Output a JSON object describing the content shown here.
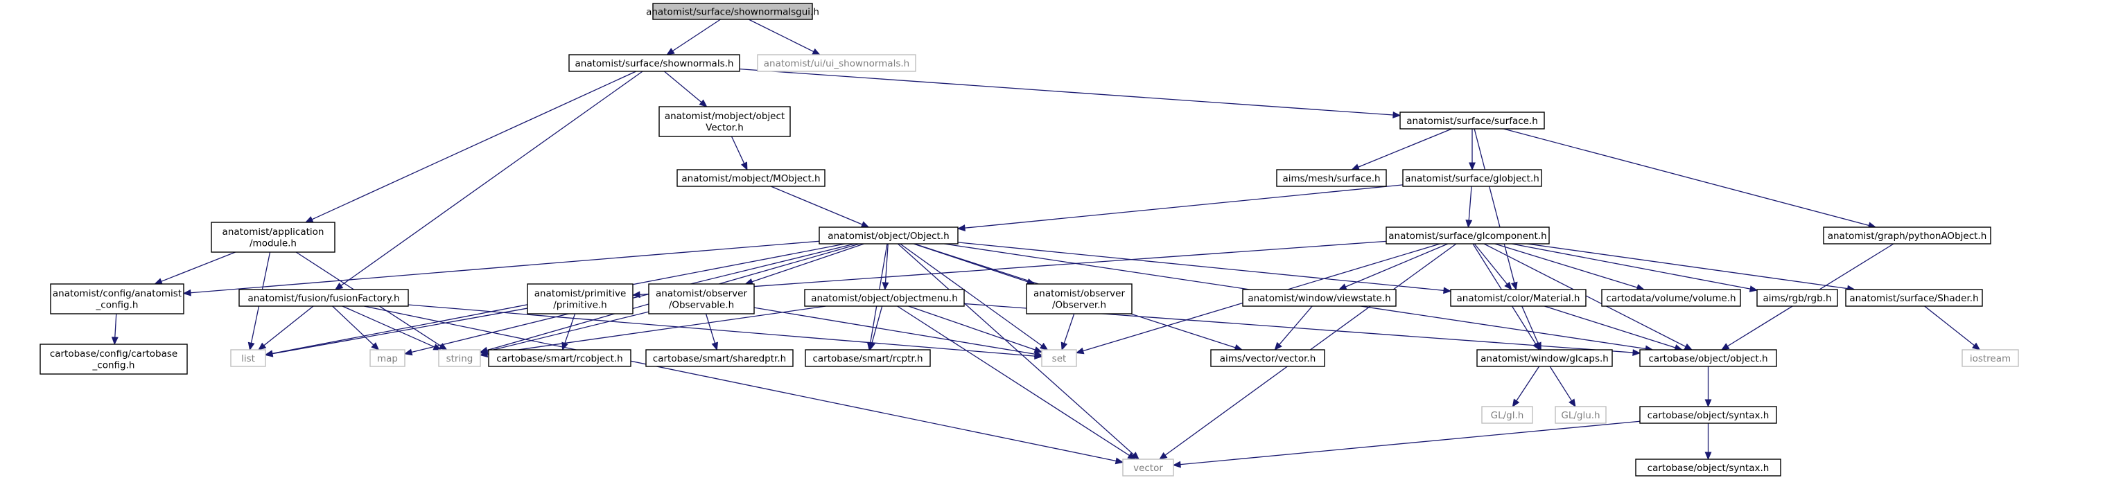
{
  "diagram": {
    "type": "include-dependency-graph",
    "nodes": [
      {
        "id": "root",
        "label": "anatomist/surface/shownormalsgui.h",
        "kind": "root"
      },
      {
        "id": "shownormals",
        "label": "anatomist/surface/shownormals.h",
        "kind": "file"
      },
      {
        "id": "ui_shownormals",
        "label": "anatomist/ui/ui_shownormals.h",
        "kind": "external"
      },
      {
        "id": "objectvector",
        "label": "anatomist/mobject/object\nVector.h",
        "kind": "file"
      },
      {
        "id": "surface",
        "label": "anatomist/surface/surface.h",
        "kind": "file"
      },
      {
        "id": "mobject",
        "label": "anatomist/mobject/MObject.h",
        "kind": "file"
      },
      {
        "id": "aims_surface",
        "label": "aims/mesh/surface.h",
        "kind": "file"
      },
      {
        "id": "globject",
        "label": "anatomist/surface/globject.h",
        "kind": "file"
      },
      {
        "id": "module",
        "label": "anatomist/application\n/module.h",
        "kind": "file"
      },
      {
        "id": "object",
        "label": "anatomist/object/Object.h",
        "kind": "file"
      },
      {
        "id": "glcomponent",
        "label": "anatomist/surface/glcomponent.h",
        "kind": "file"
      },
      {
        "id": "pythonaobject",
        "label": "anatomist/graph/pythonAObject.h",
        "kind": "file"
      },
      {
        "id": "anatomist_config",
        "label": "anatomist/config/anatomist\n_config.h",
        "kind": "file"
      },
      {
        "id": "fusionfactory",
        "label": "anatomist/fusion/fusionFactory.h",
        "kind": "file"
      },
      {
        "id": "primitive",
        "label": "anatomist/primitive\n/primitive.h",
        "kind": "file"
      },
      {
        "id": "observable",
        "label": "anatomist/observer\n/Observable.h",
        "kind": "file"
      },
      {
        "id": "objectmenu",
        "label": "anatomist/object/objectmenu.h",
        "kind": "file"
      },
      {
        "id": "observer",
        "label": "anatomist/observer\n/Observer.h",
        "kind": "file"
      },
      {
        "id": "viewstate",
        "label": "anatomist/window/viewstate.h",
        "kind": "file"
      },
      {
        "id": "material",
        "label": "anatomist/color/Material.h",
        "kind": "file"
      },
      {
        "id": "volume",
        "label": "cartodata/volume/volume.h",
        "kind": "file"
      },
      {
        "id": "rgb",
        "label": "aims/rgb/rgb.h",
        "kind": "file"
      },
      {
        "id": "shader",
        "label": "anatomist/surface/Shader.h",
        "kind": "file"
      },
      {
        "id": "cartobase_config",
        "label": "cartobase/config/cartobase\n_config.h",
        "kind": "file"
      },
      {
        "id": "list",
        "label": "list",
        "kind": "external"
      },
      {
        "id": "map",
        "label": "map",
        "kind": "external"
      },
      {
        "id": "string",
        "label": "string",
        "kind": "external"
      },
      {
        "id": "rcobject",
        "label": "cartobase/smart/rcobject.h",
        "kind": "file"
      },
      {
        "id": "sharedptr",
        "label": "cartobase/smart/sharedptr.h",
        "kind": "file"
      },
      {
        "id": "rcptr",
        "label": "cartobase/smart/rcptr.h",
        "kind": "file"
      },
      {
        "id": "set",
        "label": "set",
        "kind": "external"
      },
      {
        "id": "aims_vector",
        "label": "aims/vector/vector.h",
        "kind": "file"
      },
      {
        "id": "glcaps",
        "label": "anatomist/window/glcaps.h",
        "kind": "file"
      },
      {
        "id": "cb_object",
        "label": "cartobase/object/object.h",
        "kind": "file"
      },
      {
        "id": "iostream",
        "label": "iostream",
        "kind": "external"
      },
      {
        "id": "gl",
        "label": "GL/gl.h",
        "kind": "external"
      },
      {
        "id": "glu",
        "label": "GL/glu.h",
        "kind": "external"
      },
      {
        "id": "syntax1",
        "label": "cartobase/object/syntax.h",
        "kind": "file"
      },
      {
        "id": "vector",
        "label": "vector",
        "kind": "external"
      },
      {
        "id": "syntax2",
        "label": "cartobase/object/syntax.h",
        "kind": "file"
      }
    ],
    "edges": [
      [
        "root",
        "shownormals"
      ],
      [
        "root",
        "ui_shownormals"
      ],
      [
        "shownormals",
        "module"
      ],
      [
        "shownormals",
        "fusionfactory"
      ],
      [
        "shownormals",
        "objectvector"
      ],
      [
        "shownormals",
        "surface"
      ],
      [
        "objectvector",
        "mobject"
      ],
      [
        "mobject",
        "object"
      ],
      [
        "surface",
        "aims_surface"
      ],
      [
        "surface",
        "globject"
      ],
      [
        "surface",
        "material"
      ],
      [
        "surface",
        "pythonaobject"
      ],
      [
        "globject",
        "object"
      ],
      [
        "globject",
        "glcomponent"
      ],
      [
        "module",
        "anatomist_config"
      ],
      [
        "module",
        "string"
      ],
      [
        "module",
        "list"
      ],
      [
        "object",
        "anatomist_config"
      ],
      [
        "object",
        "list"
      ],
      [
        "object",
        "map"
      ],
      [
        "object",
        "string"
      ],
      [
        "object",
        "observable"
      ],
      [
        "object",
        "objectmenu"
      ],
      [
        "object",
        "observer"
      ],
      [
        "object",
        "rcptr"
      ],
      [
        "object",
        "set"
      ],
      [
        "object",
        "vector"
      ],
      [
        "object",
        "aims_vector"
      ],
      [
        "object",
        "material"
      ],
      [
        "object",
        "cb_object"
      ],
      [
        "anatomist_config",
        "cartobase_config"
      ],
      [
        "fusionfactory",
        "list"
      ],
      [
        "fusionfactory",
        "map"
      ],
      [
        "fusionfactory",
        "string"
      ],
      [
        "fusionfactory",
        "set"
      ],
      [
        "fusionfactory",
        "vector"
      ],
      [
        "primitive",
        "list"
      ],
      [
        "primitive",
        "rcobject"
      ],
      [
        "observable",
        "string"
      ],
      [
        "observable",
        "sharedptr"
      ],
      [
        "observable",
        "set"
      ],
      [
        "objectmenu",
        "string"
      ],
      [
        "objectmenu",
        "rcptr"
      ],
      [
        "objectmenu",
        "set"
      ],
      [
        "objectmenu",
        "vector"
      ],
      [
        "objectmenu",
        "cb_object"
      ],
      [
        "observer",
        "set"
      ],
      [
        "glcomponent",
        "primitive"
      ],
      [
        "glcomponent",
        "set"
      ],
      [
        "glcomponent",
        "vector"
      ],
      [
        "glcomponent",
        "viewstate"
      ],
      [
        "glcomponent",
        "material"
      ],
      [
        "glcomponent",
        "volume"
      ],
      [
        "glcomponent",
        "rgb"
      ],
      [
        "glcomponent",
        "shader"
      ],
      [
        "glcomponent",
        "glcaps"
      ],
      [
        "glcomponent",
        "cb_object"
      ],
      [
        "viewstate",
        "aims_vector"
      ],
      [
        "material",
        "glcaps"
      ],
      [
        "material",
        "cb_object"
      ],
      [
        "pythonaobject",
        "cb_object"
      ],
      [
        "shader",
        "iostream"
      ],
      [
        "glcaps",
        "gl"
      ],
      [
        "glcaps",
        "glu"
      ],
      [
        "cb_object",
        "syntax1"
      ],
      [
        "syntax1",
        "vector"
      ],
      [
        "syntax1",
        "syntax2"
      ]
    ]
  },
  "colors": {
    "edge": "#191970",
    "root_fill": "#bfbfbf",
    "node_border": "#000000",
    "external_border": "#bfbfbf",
    "external_text": "#7f7f7f"
  }
}
